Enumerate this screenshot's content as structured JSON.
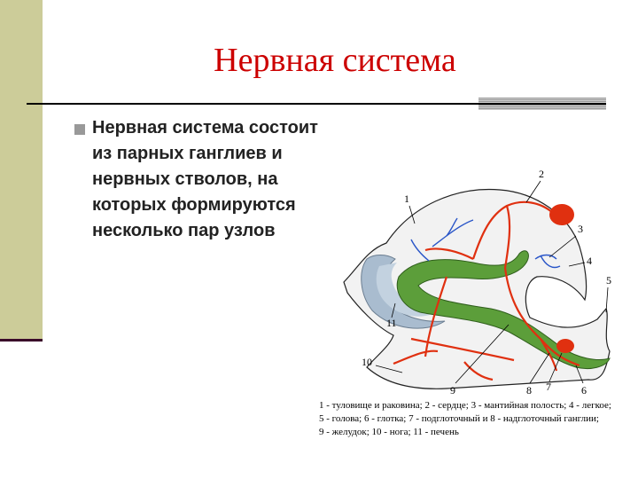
{
  "slide": {
    "title": "Нервная система",
    "bullet_text": "Нервная система состоит из парных ганглиев и нервных стволов, на которых формируются несколько пар узлов"
  },
  "diagram": {
    "labels": [
      "1",
      "2",
      "3",
      "4",
      "5",
      "6",
      "7",
      "8",
      "9",
      "10",
      "11"
    ],
    "caption_lines": [
      "1 - туловище и раковина; 2 - сердце; 3 - мантийная полость; 4 - легкое;",
      "5 - голова; 6 - глотка; 7 - подглоточный и 8 - надглоточный ганглии;",
      "9 - желудок; 10 - нога; 11 - печень"
    ]
  },
  "colors": {
    "title": "#cc0000",
    "left_band": "#cccc99",
    "nerve_trunk": "#5c9e3a",
    "vessels": "#e03010",
    "nerves": "#2a56c8",
    "liver": "#a9bccf"
  }
}
